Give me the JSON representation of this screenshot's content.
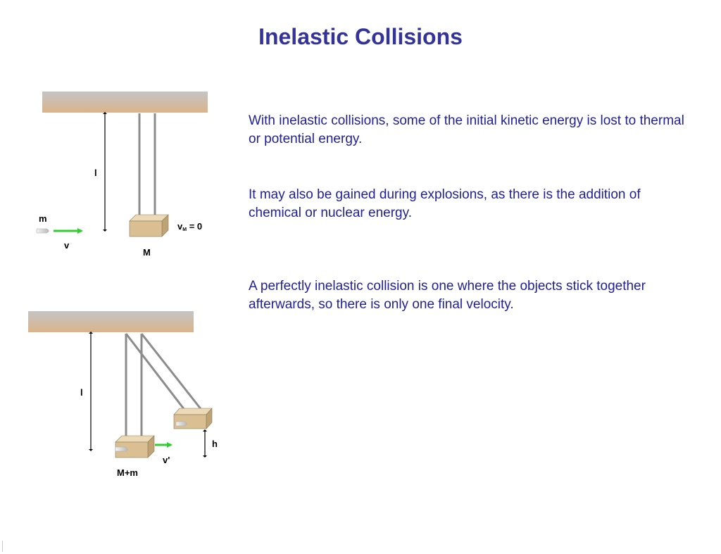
{
  "title": "Inelastic Collisions",
  "paragraphs": [
    "With inelastic collisions, some of the initial kinetic energy is lost to thermal or potential energy.",
    "It may also be gained during explosions, as there is the addition of chemical or nuclear energy.",
    "A perfectly inelastic collision is one where the objects stick together afterwards, so there is only one final velocity."
  ],
  "diagram_top": {
    "length_label": "l",
    "bullet_label": "m",
    "velocity_label": "v",
    "block_velocity_main": "v",
    "block_velocity_sub": "M",
    "block_velocity_rest": " = 0",
    "block_label": "M"
  },
  "diagram_bottom": {
    "length_label": "l",
    "height_label": "h",
    "velocity_label": "v'",
    "block_label": "M+m"
  },
  "colors": {
    "title": "#333399",
    "text": "#1f1f99",
    "arrow": "#33cc33",
    "block": "#d9bf91",
    "string": "#8c8c8c"
  }
}
